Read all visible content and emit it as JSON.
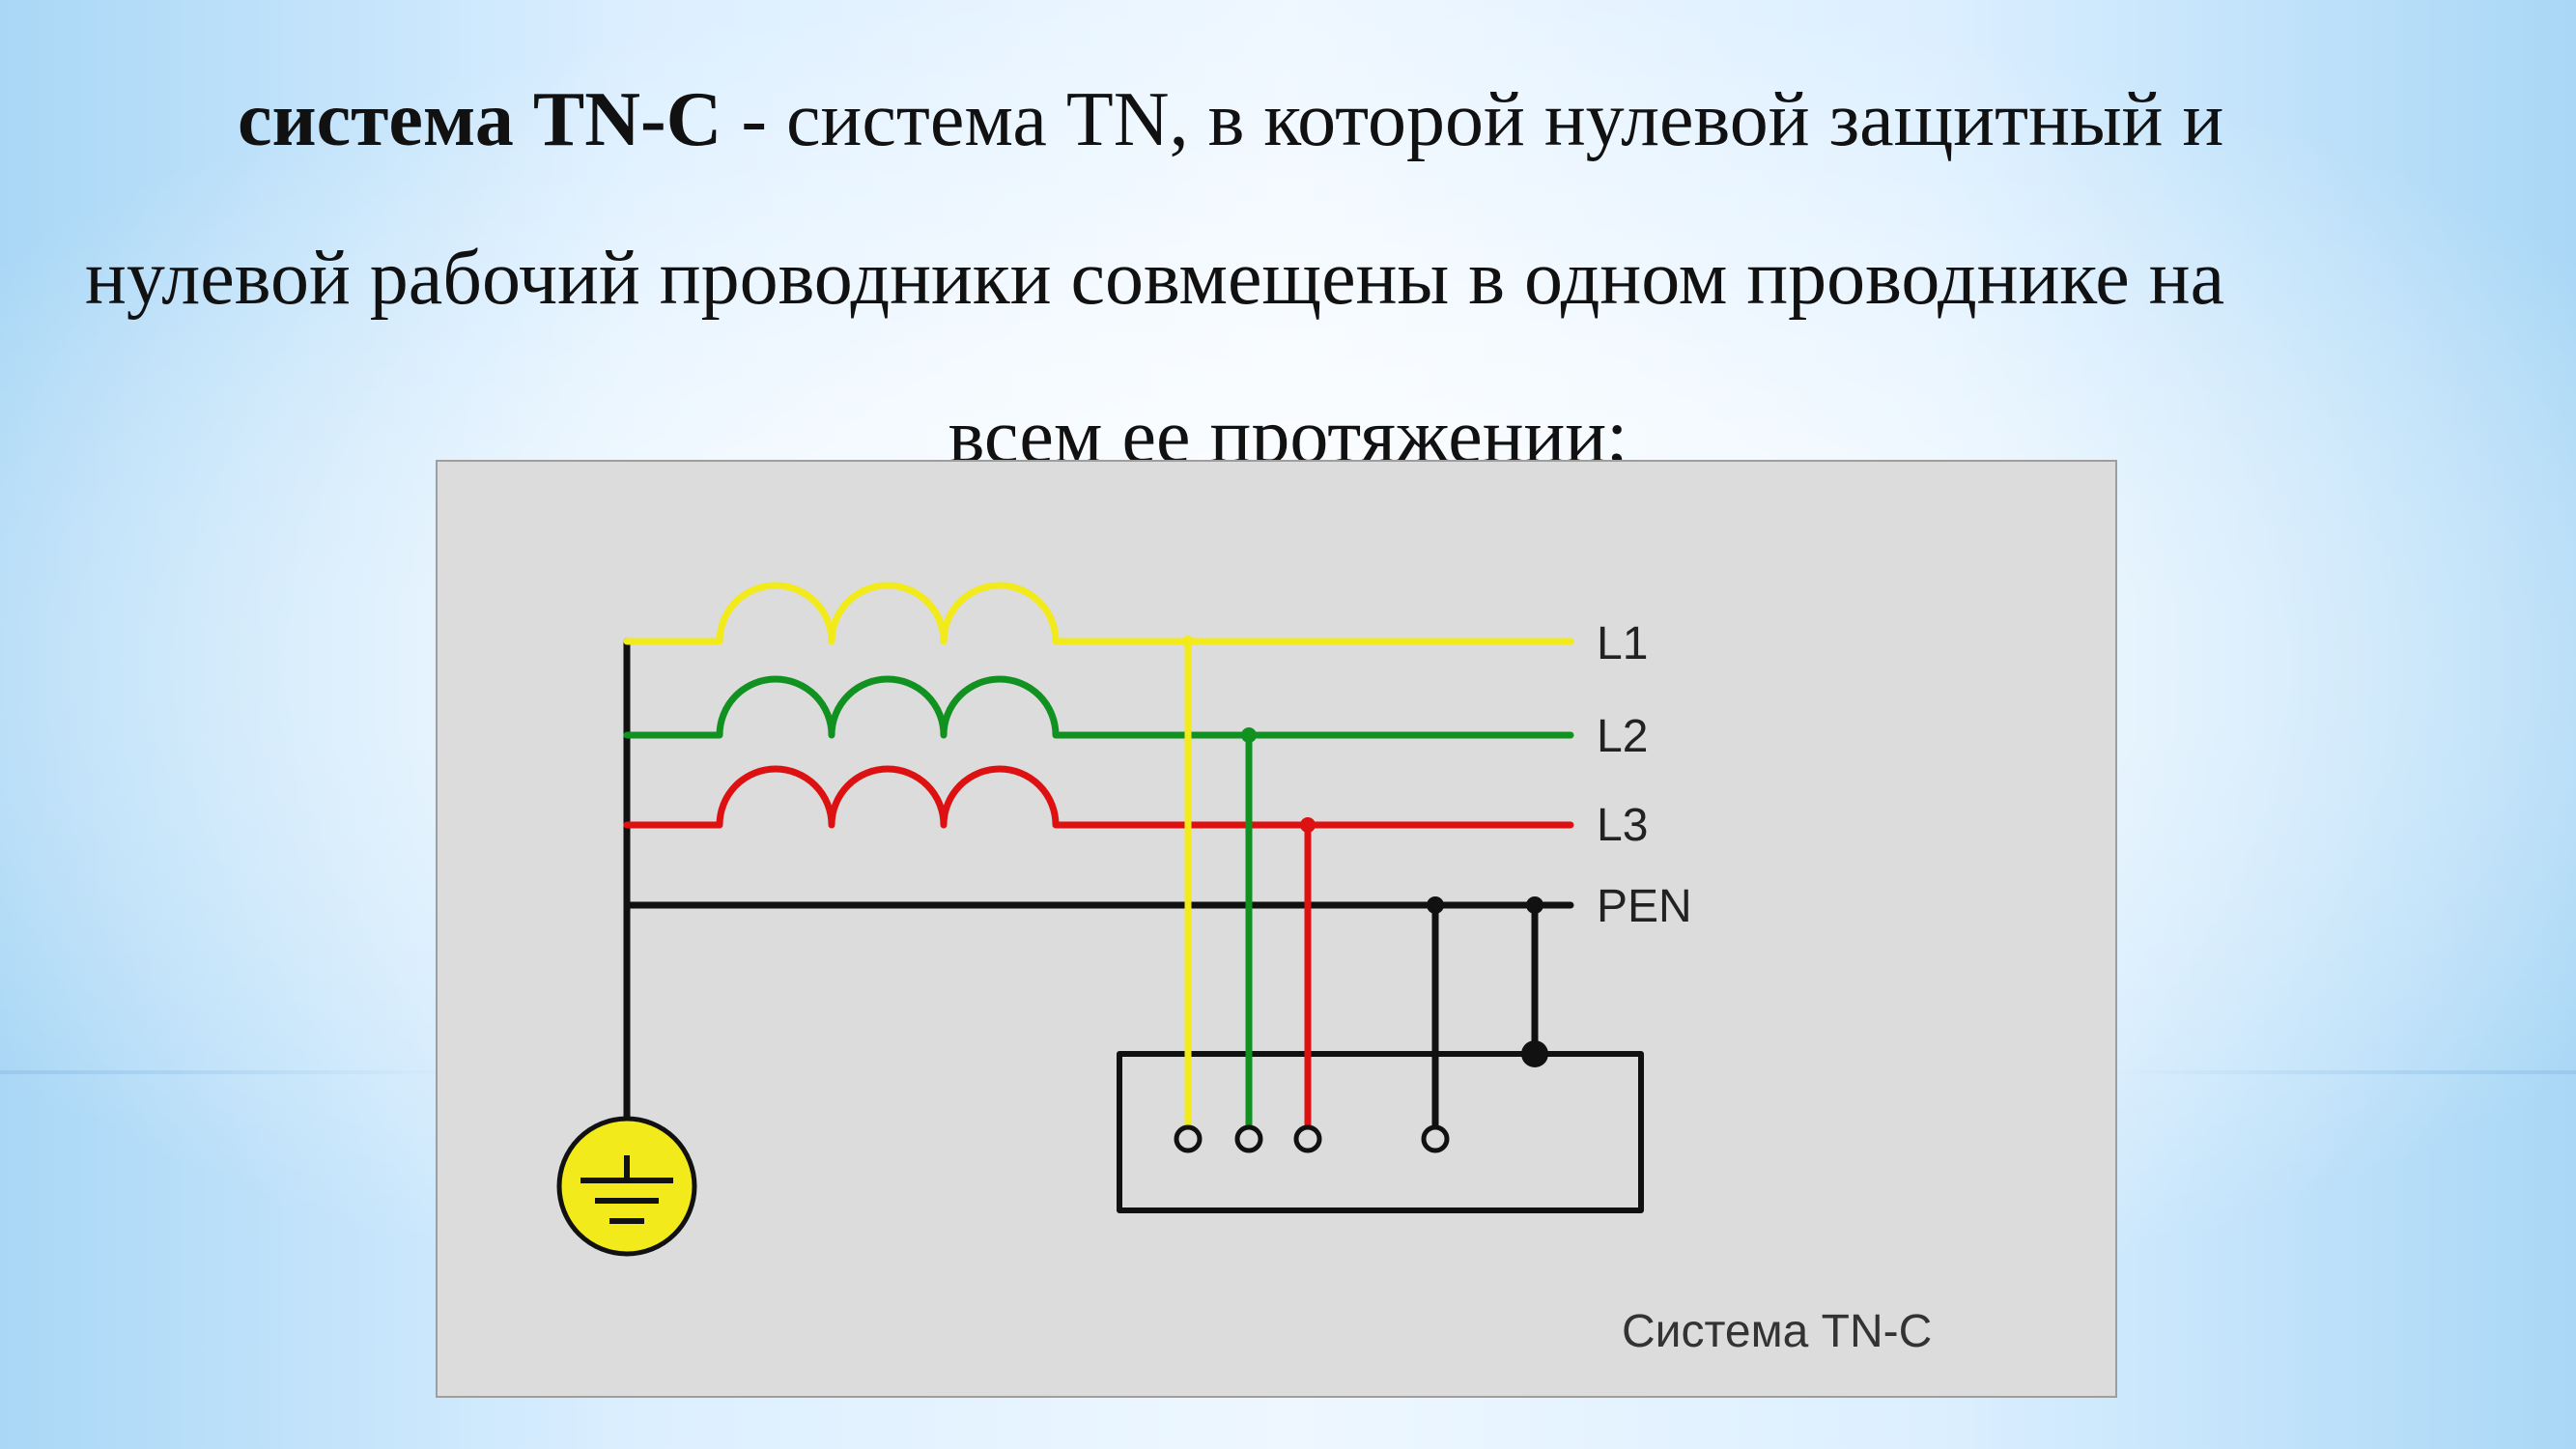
{
  "heading": {
    "term": "система TN-C",
    "line1_rest": " - система TN, в которой нулевой защитный и",
    "line2": "нулевой рабочий проводники совмещены в одном проводнике на",
    "line3": "всем ее протяжении;"
  },
  "diagram": {
    "labels": {
      "l1": "L1",
      "l2": "L2",
      "l3": "L3",
      "pen": "PEN"
    },
    "caption": "Система TN-C",
    "colors": {
      "l1": "#f2ea1b",
      "l2": "#11911f",
      "l3": "#dd1111",
      "pen": "#111111",
      "ground_symbol": "#f2ea1b",
      "panel_background": "#dcdcdc"
    },
    "icons": {
      "ground": "ground-icon",
      "load": "load-box"
    }
  }
}
